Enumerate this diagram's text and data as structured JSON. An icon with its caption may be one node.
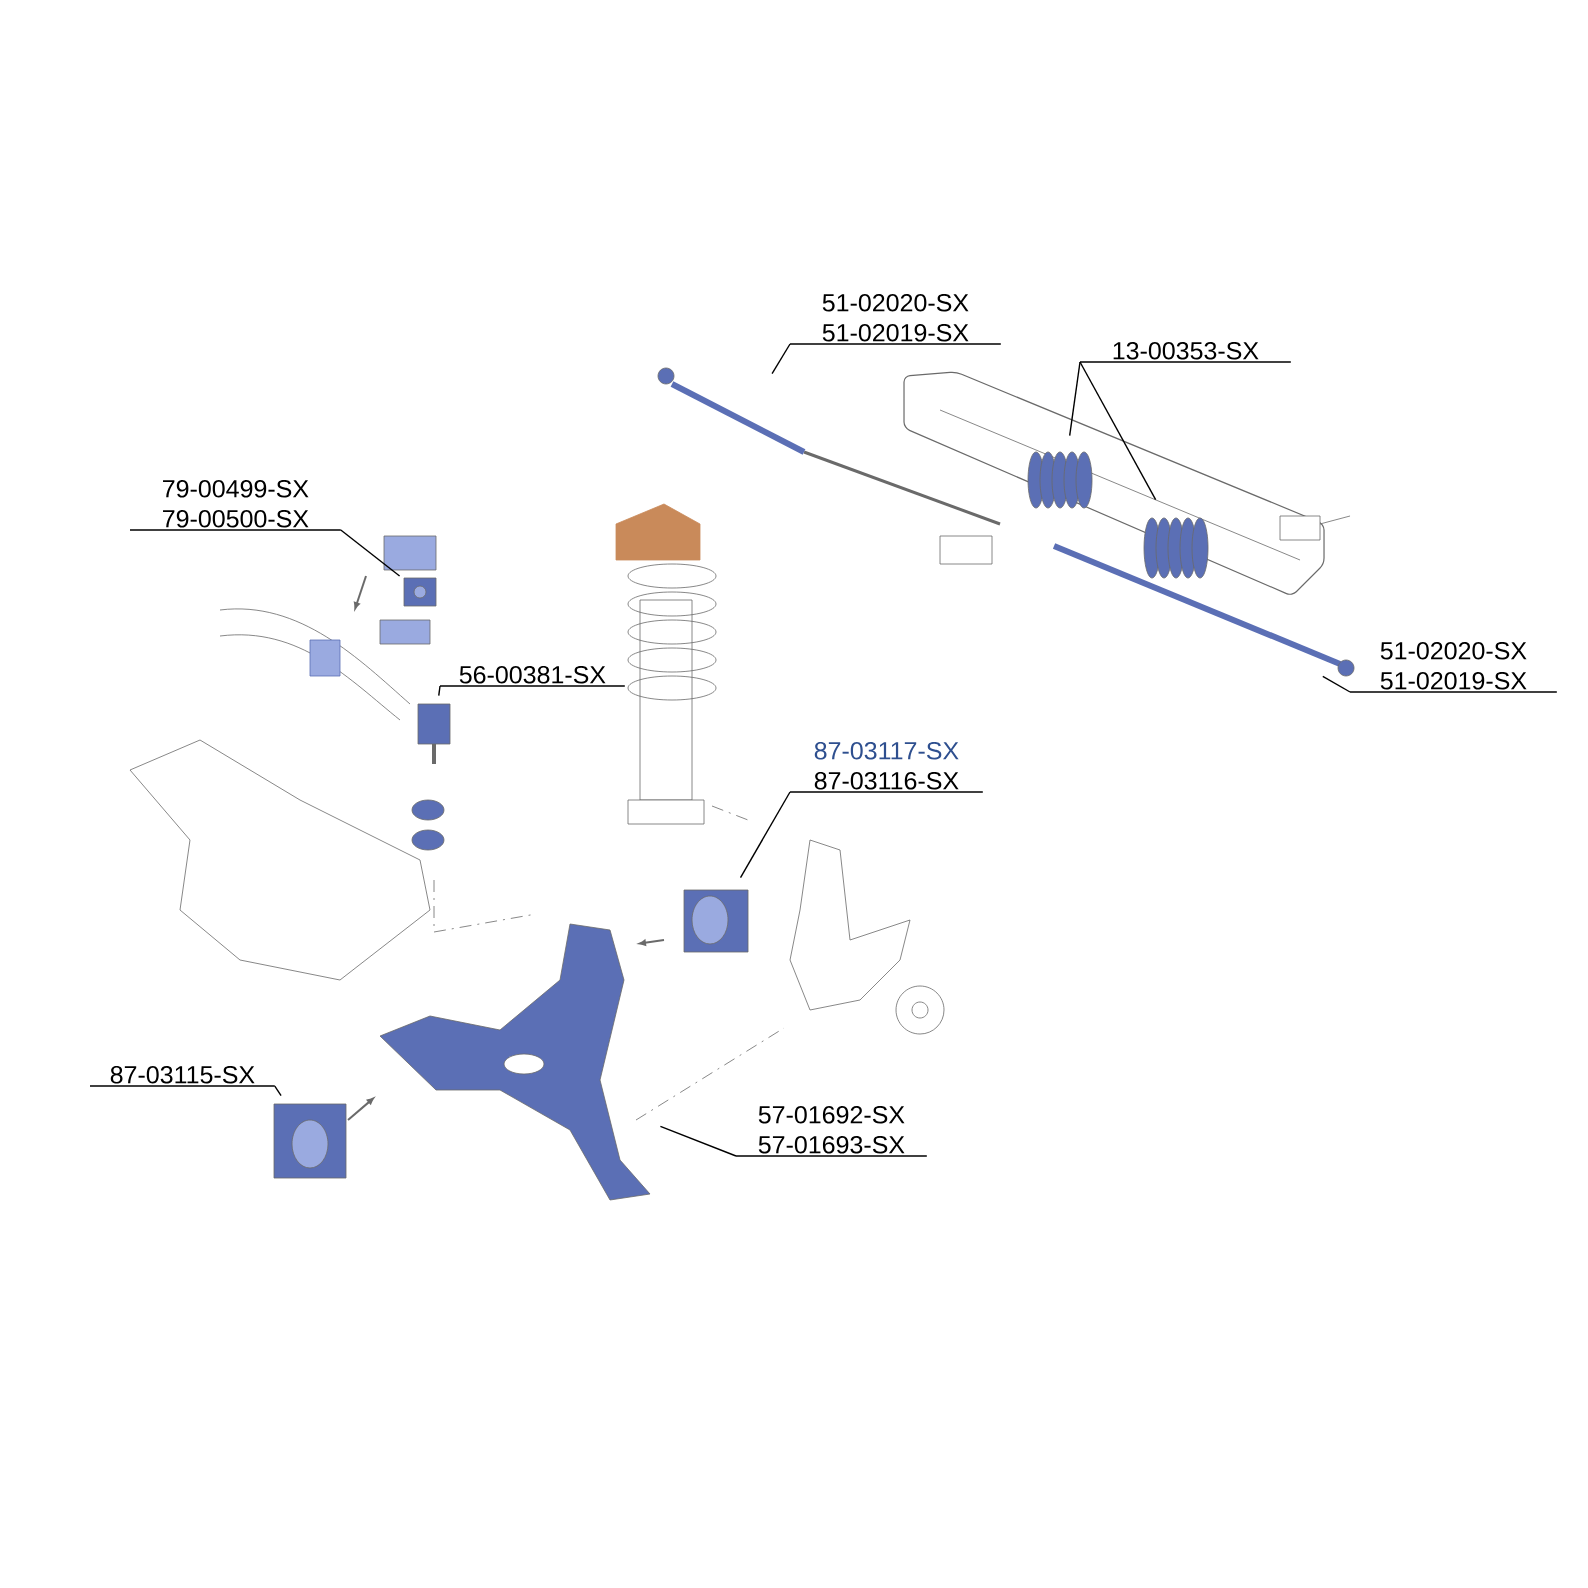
{
  "diagram": {
    "nodes": [
      {
        "text": [
          "51-02020-SX",
          "51-02019-SX"
        ]
      },
      {
        "text": [],
        "shape": "picture"
      },
      {
        "text": [
          "13-00353-SX"
        ]
      },
      {
        "text": [],
        "shape": "picture"
      },
      {
        "text": [],
        "shape": "picture"
      },
      {
        "text": [
          "79-00499-SX",
          "79-00500-SX"
        ]
      },
      {
        "text": [],
        "shape": "picture"
      },
      {
        "text": [
          "56-00381-SX"
        ]
      },
      {
        "text": [],
        "shape": "picture"
      },
      {
        "text": [
          "51-02020-SX",
          "51-02019-SX"
        ]
      },
      {
        "text": [],
        "shape": "picture"
      },
      {
        "text": [
          "87-03117-SX",
          "87-03116-SX"
        ]
      },
      {
        "text": [],
        "shape": "picture"
      },
      {
        "text": [
          "87-03115-SX"
        ]
      },
      {
        "text": [],
        "shape": "picture"
      },
      {
        "text": [
          "57-01692-SX",
          "57-01693-SX"
        ]
      },
      {
        "text": [],
        "shape": "picture"
      }
    ],
    "edges": [
      {
        "from": 0,
        "to": 1,
        "arrow": "none"
      },
      {
        "from": 2,
        "to": 3,
        "arrow": "none"
      },
      {
        "from": 2,
        "to": 4,
        "arrow": "none"
      },
      {
        "from": 5,
        "to": 6,
        "arrow": "none"
      },
      {
        "from": 7,
        "to": 8,
        "arrow": "none"
      },
      {
        "from": 9,
        "to": 10,
        "arrow": "none"
      },
      {
        "from": 11,
        "to": 12,
        "arrow": "none"
      },
      {
        "from": 13,
        "to": 14,
        "arrow": "none"
      },
      {
        "from": 15,
        "to": 16,
        "arrow": "none"
      }
    ]
  }
}
